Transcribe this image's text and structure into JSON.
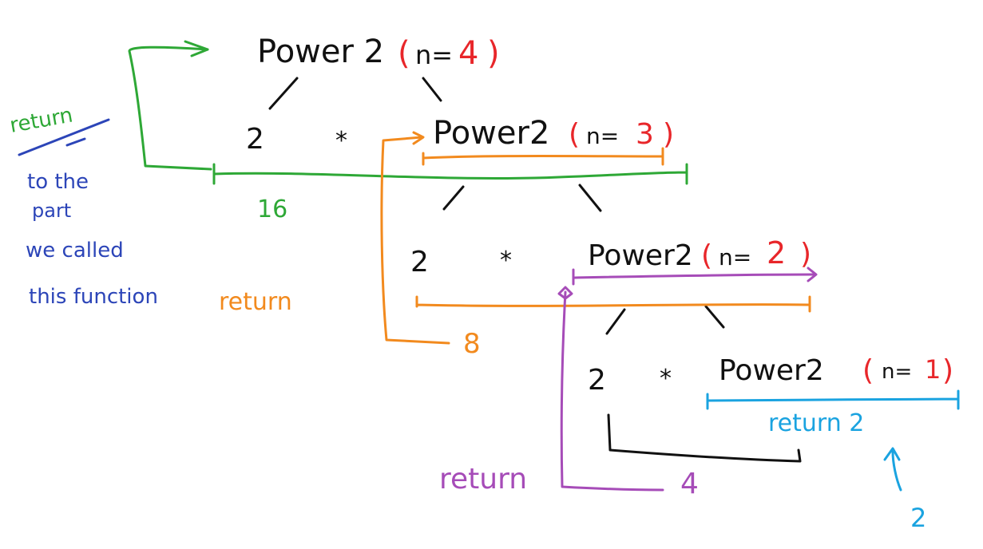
{
  "colors": {
    "ink": "#111111",
    "n_value": "#e8262a",
    "green": "#2ea836",
    "orange": "#f28a1e",
    "purple": "#a64cb8",
    "blue": "#2c45b8",
    "cyan": "#1aa3e0"
  },
  "calls": [
    {
      "fn": "Power 2",
      "open": "(",
      "n_label": "n=",
      "n_value": "4",
      "close": ")"
    },
    {
      "fn": "Power2",
      "open": "(",
      "n_label": "n=",
      "n_value": "3",
      "close": ")"
    },
    {
      "fn": "Power2",
      "open": "(",
      "n_label": "n=",
      "n_value": "2",
      "close": ")"
    },
    {
      "fn": "Power2",
      "open": "(",
      "n_label": "n=",
      "n_value": "1",
      "close": ")"
    }
  ],
  "multipliers": [
    {
      "base": "2",
      "op": "*"
    },
    {
      "base": "2",
      "op": "*"
    },
    {
      "base": "2",
      "op": "*"
    }
  ],
  "returns": {
    "green_value": "16",
    "orange_label": "return",
    "orange_value": "8",
    "purple_label": "return",
    "purple_value": "4",
    "cyan_label": "return 2",
    "cyan_value": "2"
  },
  "note": {
    "heading": "return",
    "lines": [
      "to the",
      "part",
      "we called",
      "this function"
    ]
  }
}
